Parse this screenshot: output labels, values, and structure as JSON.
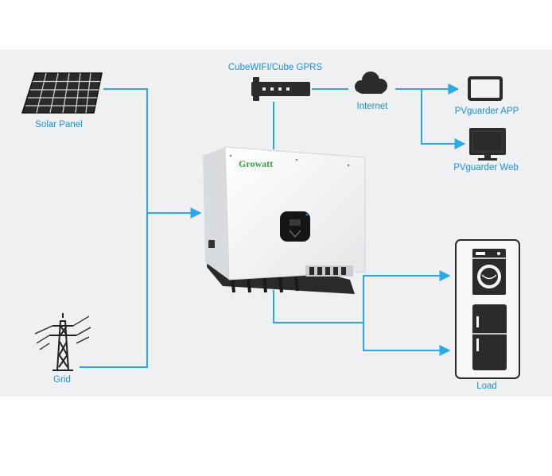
{
  "labels": {
    "solar_panel": "Solar Panel",
    "grid": "Grid",
    "cube": "CubeWIFI/Cube GPRS",
    "internet": "Internet",
    "app": "PVguarder APP",
    "web": "PVguarder Web",
    "load": "Load",
    "brand": "Growatt"
  },
  "colors": {
    "line": "#29a8ea",
    "label": "#1b8fd6",
    "background": "#eff0f1",
    "device": "#2b2b2b",
    "brand_green": "#3aa14a"
  },
  "icons": [
    "solar-panel-icon",
    "pylon-icon",
    "cube-wifi-icon",
    "cloud-icon",
    "tablet-icon",
    "monitor-icon",
    "washing-machine-icon",
    "refrigerator-icon"
  ]
}
